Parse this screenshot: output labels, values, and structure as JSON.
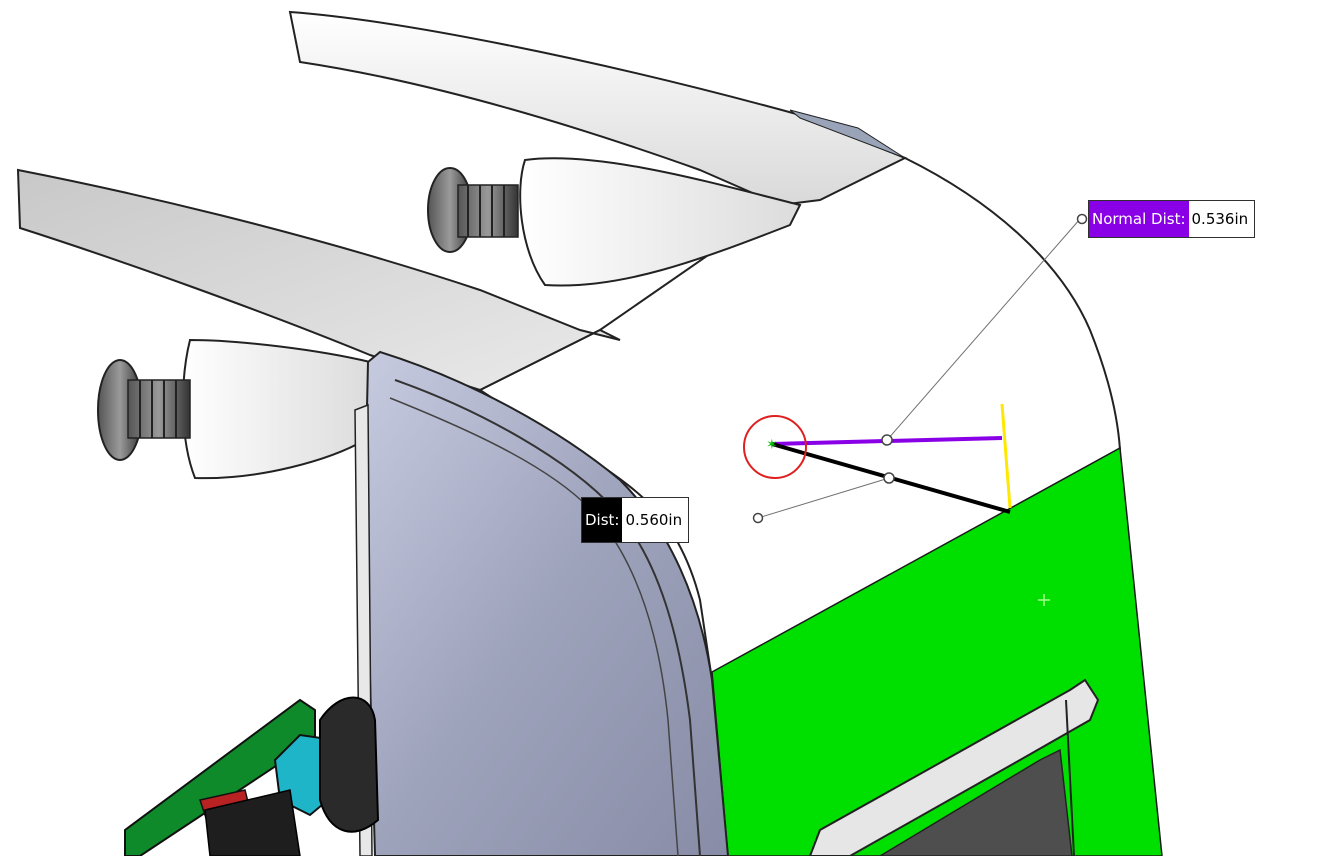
{
  "measurements": {
    "normal_distance": {
      "label": "Normal Dist:",
      "value": "0.536in",
      "color": "#8a00e6"
    },
    "distance": {
      "label": "Dist:",
      "value": "0.560in",
      "color": "#000000"
    }
  },
  "colors": {
    "selected_face": "#00e000",
    "selected_edge": "#ffe800",
    "pick_marker": "#e02020",
    "leader": "#707070",
    "background": "#ffffff"
  },
  "icons": {
    "pick_marker": "red-circle-icon",
    "origin": "green-star-icon"
  }
}
